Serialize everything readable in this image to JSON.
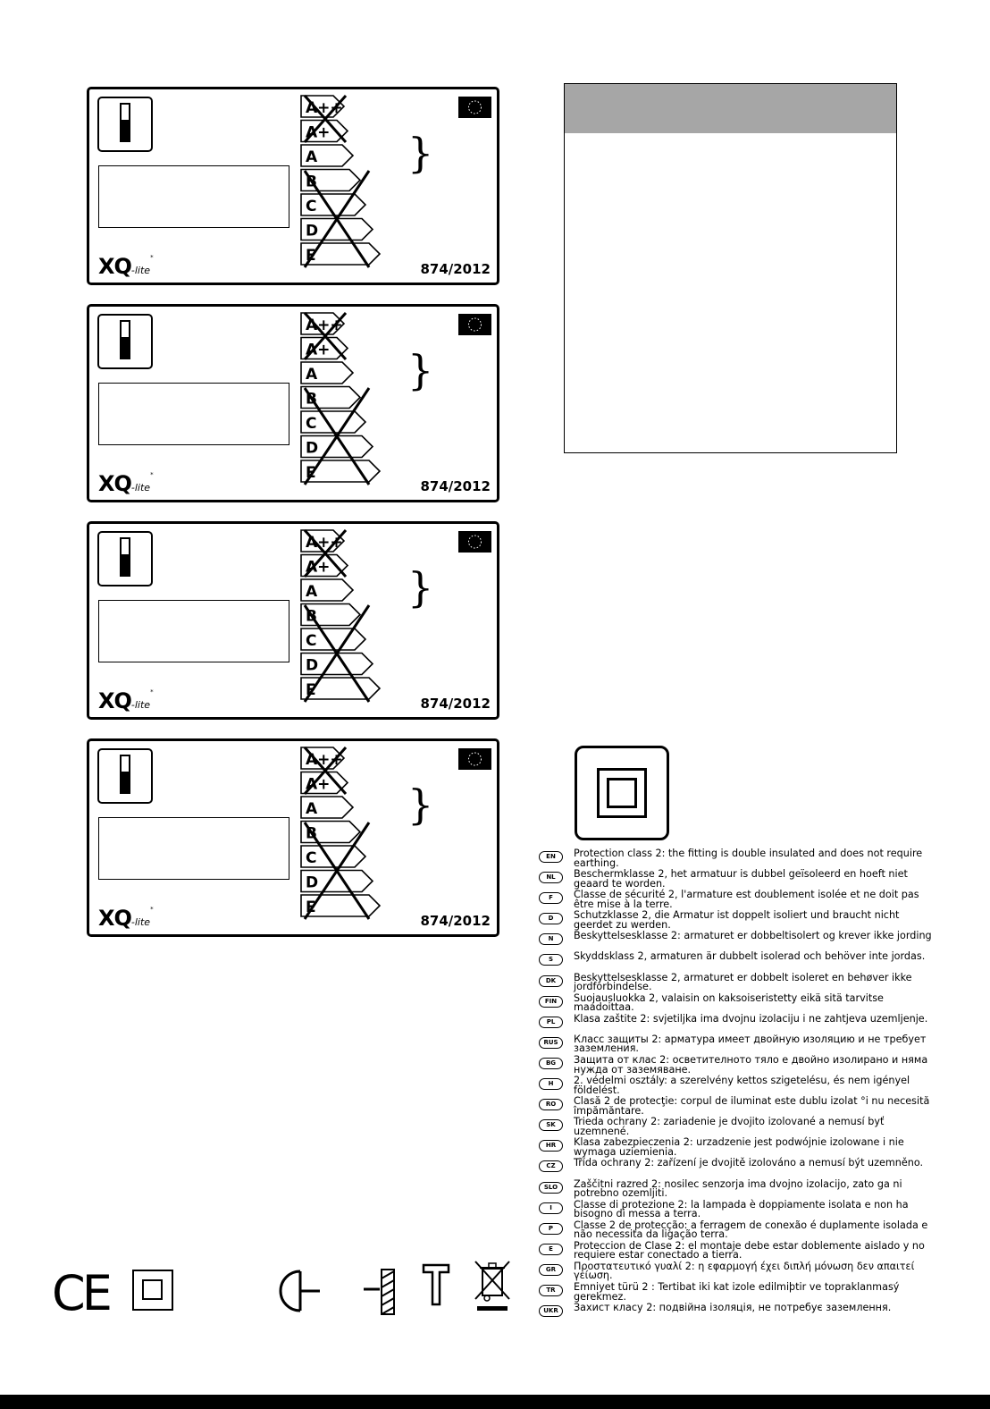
{
  "labels": {
    "classes": [
      "A++",
      "A+",
      "A",
      "B",
      "C",
      "D",
      "E"
    ],
    "regulation": "874/2012",
    "logo_main": "XQ",
    "logo_sub": "-lite",
    "logo_mark": "*"
  },
  "instructions": [
    {
      "code": "EN",
      "text": "Protection class 2: the fitting is double insulated and does not require earthing."
    },
    {
      "code": "NL",
      "text": "Beschermklasse 2, het armatuur is dubbel geïsoleerd en hoeft niet geaard te worden."
    },
    {
      "code": "F",
      "text": "Classe de sécurité 2, l'armature est doublement isolée et ne doit pas être mise à la terre."
    },
    {
      "code": "D",
      "text": "Schutzklasse 2, die Armatur ist doppelt isoliert und braucht nicht geerdet zu werden."
    },
    {
      "code": "N",
      "text": "Beskyttelsesklasse 2: armaturet er dobbeltisolert og krever ikke jording"
    },
    {
      "code": "S",
      "text": "Skyddsklass 2, armaturen är dubbelt isolerad och behöver inte jordas."
    },
    {
      "code": "DK",
      "text": "Beskyttelsesklasse 2, armaturet er dobbelt isoleret en behøver ikke jordforbindelse."
    },
    {
      "code": "FIN",
      "text": "Suojausluokka 2, valaisin on kaksoiseristetty eikä sitä tarvitse maadoittaa."
    },
    {
      "code": "PL",
      "text": "Klasa zaštite 2: svjetiljka ima dvojnu izolaciju i ne zahtjeva uzemljenje."
    },
    {
      "code": "RUS",
      "text": "Класс защиты 2: арматура имеет двойную изоляцию и не требует заземления."
    },
    {
      "code": "BG",
      "text": "Защита от клас 2: осветителното тяло е двойно изолирано и няма нужда от заземяване."
    },
    {
      "code": "H",
      "text": "2. védelmi osztály: a szerelvény kettos szigetelésu, és nem igényel földelést."
    },
    {
      "code": "RO",
      "text": "Clasă 2 de protecţie: corpul de iluminat este dublu izolat °i nu necesită împămăntare."
    },
    {
      "code": "SK",
      "text": "Trieda ochrany 2: zariadenie je dvojito izolované a nemusí byť uzemnené."
    },
    {
      "code": "HR",
      "text": "Klasa zabezpieczenia 2:  urzadzenie jest podwójnie izolowane i nie wymaga uziemienia."
    },
    {
      "code": "CZ",
      "text": "Třída ochrany 2: zařízení je dvojitě izolováno a nemusí být uzemněno."
    },
    {
      "code": "SLO",
      "text": "Zaščitni razred  2: nosilec senzorja ima dvojno izolacijo, zato ga ni potrebno ozemljiti."
    },
    {
      "code": "I",
      "text": "Classe di protezione 2: la lampada è doppiamente isolata e non ha bisogno di messa a terra."
    },
    {
      "code": "P",
      "text": "Classe 2 de protecção: a ferragem de conexão é duplamente isolada e não necessita da ligação terra."
    },
    {
      "code": "E",
      "text": "Proteccion de Clase 2: el montaje debe estar doblemente aislado y no requiere estar conectado a tierra."
    },
    {
      "code": "GR",
      "text": "Προστατευτικό γυαλί 2: η εφαρμογή έχει διπλή μόνωση δεν απαιτεί γείωση."
    },
    {
      "code": "TR",
      "text": "Emniyet türü 2 : Tertibat iki kat izole edilmiþtir ve topraklanmasý gerekmez."
    },
    {
      "code": "UKR",
      "text": "Захист класу 2: подвійна ізоляція, не потребує заземлення."
    }
  ],
  "footer_symbols": {
    "ce": "CE"
  }
}
